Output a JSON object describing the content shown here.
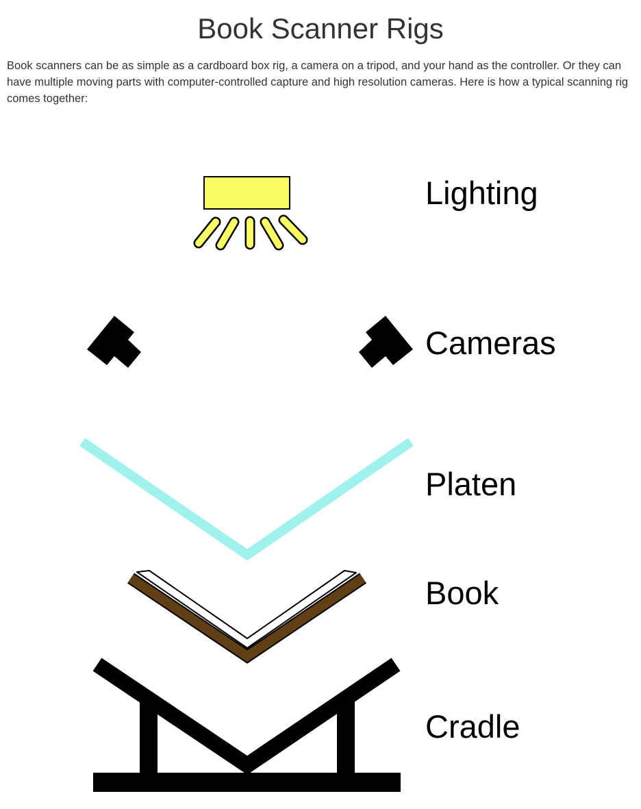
{
  "title": "Book Scanner Rigs",
  "intro": "Book scanners can be as simple as a cardboard box rig, a camera on a tripod, and your hand as the controller. Or they can have multiple moving parts with computer-controlled capture and high resolution cameras. Here is how a typical scanning rig comes together:",
  "diagram": {
    "labels": {
      "lighting": "Lighting",
      "cameras": "Cameras",
      "platen": "Platen",
      "book": "Book",
      "cradle": "Cradle"
    },
    "colors": {
      "lighting": "#f9fd62",
      "platen": "#a0f2ee",
      "book": "#603f15",
      "cradle": "#000000"
    }
  }
}
